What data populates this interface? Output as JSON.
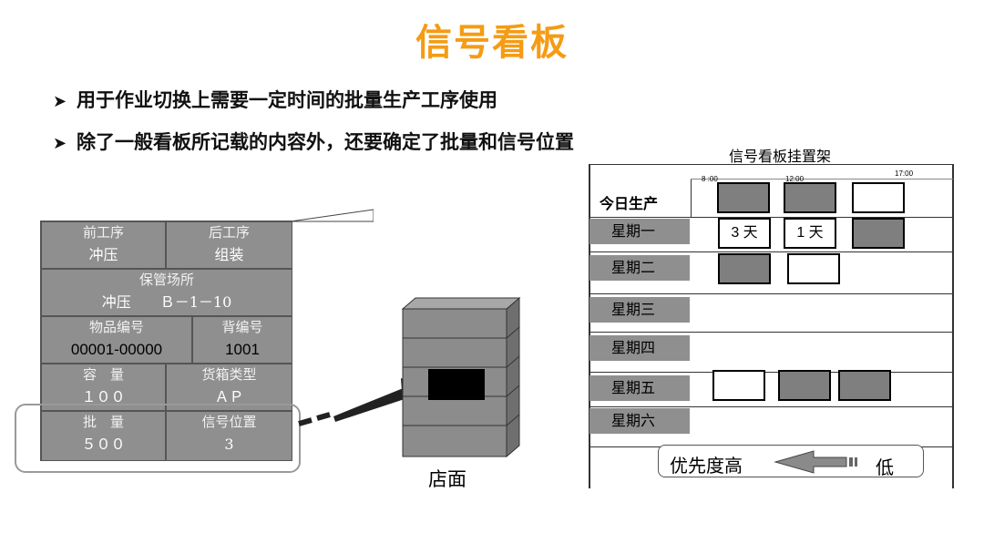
{
  "title": "信号看板",
  "bullets": [
    "用于作业切换上需要一定时间的批量生产工序使用",
    "除了一般看板所记载的内容外，还要确定了批量和信号位置"
  ],
  "card": {
    "prev_process_label": "前工序",
    "prev_process_value": "冲压",
    "next_process_label": "后工序",
    "next_process_value": "组装",
    "storage_label": "保管场所",
    "storage_value": "冲压　　Ｂ－1－10",
    "item_no_label": "物品编号",
    "item_no_value": "00001-00000",
    "back_no_label": "背编号",
    "back_no_value": "1001",
    "capacity_label": "容　量",
    "capacity_value": "１００",
    "box_type_label": "货箱类型",
    "box_type_value": "ＡＰ",
    "lot_label": "批　量",
    "lot_value": "５００",
    "signal_pos_label": "信号位置",
    "signal_pos_value": "3"
  },
  "store_label": "店面",
  "rack": {
    "title": "信号看板挂置架",
    "times": [
      "8 :00",
      "12:00",
      "17:00"
    ],
    "today_label": "今日生产",
    "days": [
      "星期一",
      "星期二",
      "星期三",
      "星期四",
      "星期五",
      "星期六"
    ],
    "slot_labels": [
      "3 天",
      "1 天"
    ],
    "priority_high": "优先度高",
    "priority_low": "低"
  },
  "colors": {
    "title": "#f59b14",
    "card_gray": "#8f8f8f",
    "slot_dark": "#7f7f7f"
  }
}
